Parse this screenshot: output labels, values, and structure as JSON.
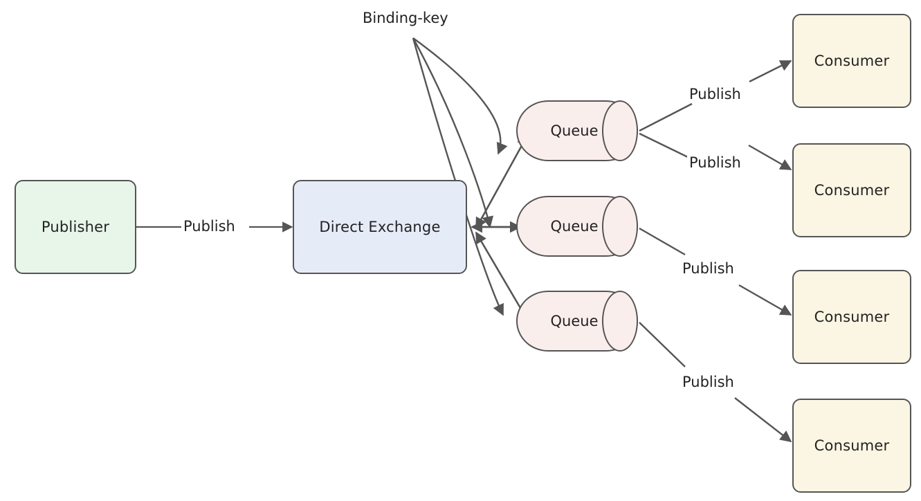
{
  "diagram": {
    "title_text": "Binding-key",
    "background_color": "#ffffff",
    "stroke_color": "#555555",
    "text_color": "#222222"
  },
  "nodes": {
    "publisher": {
      "label": "Publisher",
      "fill": "#e8f5e9"
    },
    "exchange": {
      "label": "Direct Exchange",
      "fill": "#e6ebf8"
    },
    "queues": [
      {
        "label": "Queue",
        "fill": "#faeeec"
      },
      {
        "label": "Queue",
        "fill": "#faeeec"
      },
      {
        "label": "Queue",
        "fill": "#faeeec"
      }
    ],
    "consumers": [
      {
        "label": "Consumer",
        "fill": "#fbf5e3"
      },
      {
        "label": "Consumer",
        "fill": "#fbf5e3"
      },
      {
        "label": "Consumer",
        "fill": "#fbf5e3"
      },
      {
        "label": "Consumer",
        "fill": "#fbf5e3"
      }
    ]
  },
  "edges": {
    "publisher_to_exchange": {
      "label": "Publish"
    },
    "queue_to_consumer": [
      {
        "label": "Publish"
      },
      {
        "label": "Publish"
      },
      {
        "label": "Publish"
      },
      {
        "label": "Publish"
      }
    ],
    "binding_key_label": "Binding-key"
  }
}
